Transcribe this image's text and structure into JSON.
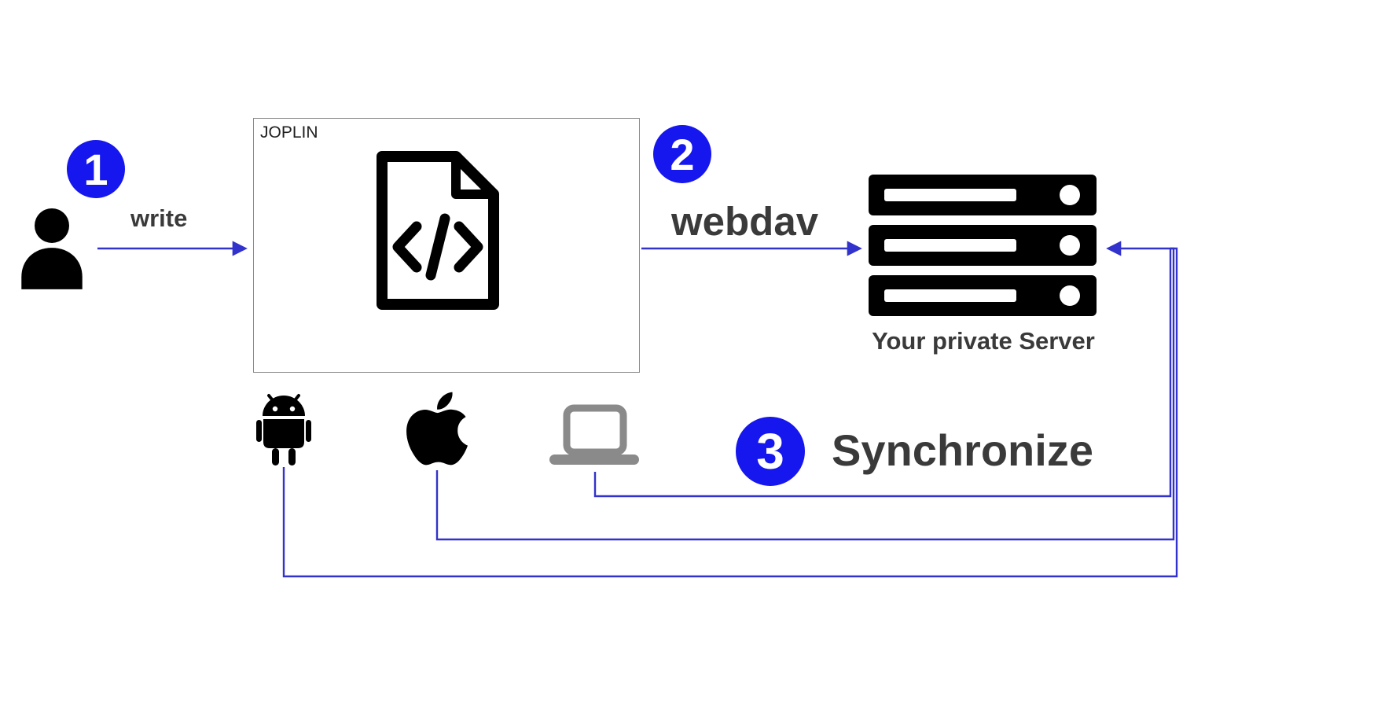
{
  "diagram": {
    "joplin_label": "JOPLIN",
    "server_label": "Your private Server",
    "steps": [
      {
        "number": "1",
        "label": "write"
      },
      {
        "number": "2",
        "label": "webdav"
      },
      {
        "number": "3",
        "label": "Synchronize"
      }
    ],
    "icons": [
      "user-icon",
      "markdown-file-icon",
      "server-icon",
      "android-icon",
      "apple-icon",
      "laptop-icon"
    ],
    "colors": {
      "badge_blue": "#1616ee",
      "line_blue": "#3232cc",
      "icon_black": "#000000",
      "laptop_gray": "#8a8a8a",
      "text_dark": "#3a3a3a"
    }
  }
}
